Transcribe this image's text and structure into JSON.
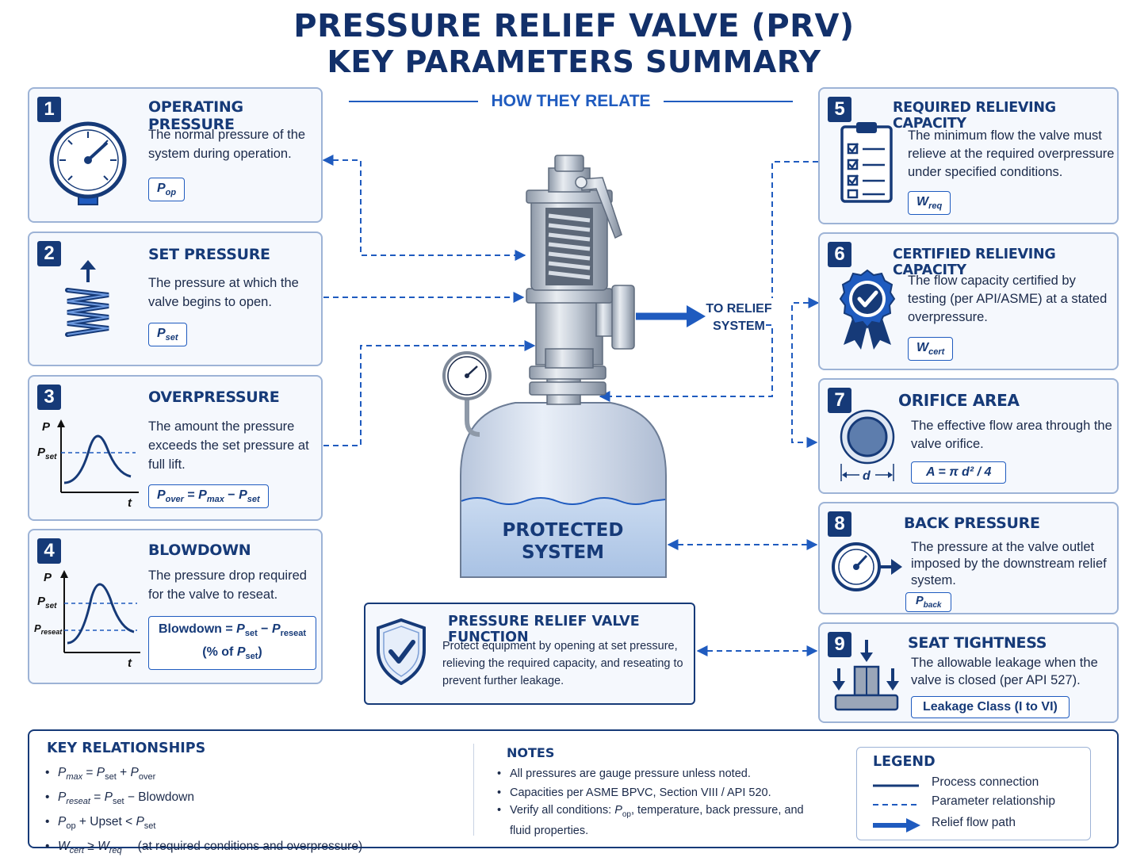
{
  "title": {
    "line1": "PRESSURE RELIEF VALVE (PRV)",
    "line2": "KEY PARAMETERS SUMMARY"
  },
  "center": {
    "relate_label": "HOW THEY RELATE",
    "protected_line1": "PROTECTED",
    "protected_line2": "SYSTEM",
    "to_relief_line1": "TO RELIEF",
    "to_relief_line2": "SYSTEM"
  },
  "cards": {
    "c1": {
      "num": "1",
      "title": "OPERATING PRESSURE",
      "desc": "The normal pressure of the system during operation.",
      "sym": "P",
      "sub": "op"
    },
    "c2": {
      "num": "2",
      "title": "SET PRESSURE",
      "desc": "The pressure at which the valve begins to open.",
      "sym": "P",
      "sub": "set"
    },
    "c3": {
      "num": "3",
      "title": "OVERPRESSURE",
      "desc": "The amount the pressure exceeds the set pressure at full lift.",
      "axis_p": "P",
      "axis_t": "t",
      "pset_label": "P",
      "pset_sub": "set",
      "f_p": "P",
      "f_over": "over",
      "f_eq": " = ",
      "f_max": "max",
      "f_minus": " − ",
      "f_set": "set"
    },
    "c4": {
      "num": "4",
      "title": "BLOWDOWN",
      "desc": "The pressure drop required for the valve to reseat.",
      "axis_p": "P",
      "axis_t": "t",
      "pset_label": "P",
      "pset_sub": "set",
      "preseat_label": "P",
      "preseat_sub": "reseat",
      "f_word": "Blowdown = ",
      "f_p": "P",
      "f_set": "set",
      "f_minus": " − ",
      "f_reseat": "reseat",
      "f_line2a": "(% of ",
      "f_line2b": ")"
    },
    "c5": {
      "num": "5",
      "title": "REQUIRED RELIEVING CAPACITY",
      "desc": "The minimum flow the valve must relieve at the required overpressure under specified conditions.",
      "sym": "W",
      "sub": "req"
    },
    "c6": {
      "num": "6",
      "title": "CERTIFIED RELIEVING CAPACITY",
      "desc": "The flow capacity certified by testing (per API/ASME) at a stated overpressure.",
      "sym": "W",
      "sub": "cert"
    },
    "c7": {
      "num": "7",
      "title": "ORIFICE AREA",
      "desc": "The effective flow area through the valve orifice.",
      "d_label": "d",
      "formula": "A = π d² / 4"
    },
    "c8": {
      "num": "8",
      "title": "BACK PRESSURE",
      "desc": "The pressure at the valve outlet imposed by the downstream relief system.",
      "sym": "P",
      "sub": "back"
    },
    "c9": {
      "num": "9",
      "title": "SEAT TIGHTNESS",
      "desc": "The allowable leakage when the valve is closed (per API 527).",
      "formula": "Leakage Class (I to VI)"
    }
  },
  "function_box": {
    "title": "PRESSURE RELIEF VALVE FUNCTION",
    "desc": "Protect equipment by opening at set pressure, relieving the required capacity, and reseating to prevent further leakage."
  },
  "key_relationships": {
    "heading": "KEY RELATIONSHIPS",
    "r1": {
      "a": "P",
      "a_sub": "max",
      "op": " = ",
      "b": "P",
      "b_sub": "set",
      "op2": " + ",
      "c": "P",
      "c_sub": "over"
    },
    "r2": {
      "a": "P",
      "a_sub": "reseat",
      "op": " = ",
      "b": "P",
      "b_sub": "set",
      "op2": " − Blowdown"
    },
    "r3": {
      "a": "P",
      "a_sub": "op",
      "op": " + Upset ",
      "lt": "<",
      "b": "P",
      "b_sub": "set"
    },
    "r4": {
      "a": "W",
      "a_sub": "cert",
      "op": " ≥ ",
      "b": "W",
      "b_sub": "req",
      "note": "(at required conditions and overpressure)"
    }
  },
  "notes": {
    "heading": "NOTES",
    "n1": "All pressures are gauge pressure unless noted.",
    "n2": "Capacities per ASME BPVC, Section VIII / API 520.",
    "n3a": "Verify all conditions: ",
    "n3_sym": "P",
    "n3_sub": "op",
    "n3b": ", temperature, back pressure, and fluid properties."
  },
  "legend": {
    "heading": "LEGEND",
    "process": "Process connection",
    "param": "Parameter relationship",
    "flow": "Relief flow path"
  },
  "colors": {
    "navy": "#163a78",
    "blue": "#1f5bbf",
    "card_border": "#9db3d6",
    "card_fill": "#f5f8fd"
  }
}
